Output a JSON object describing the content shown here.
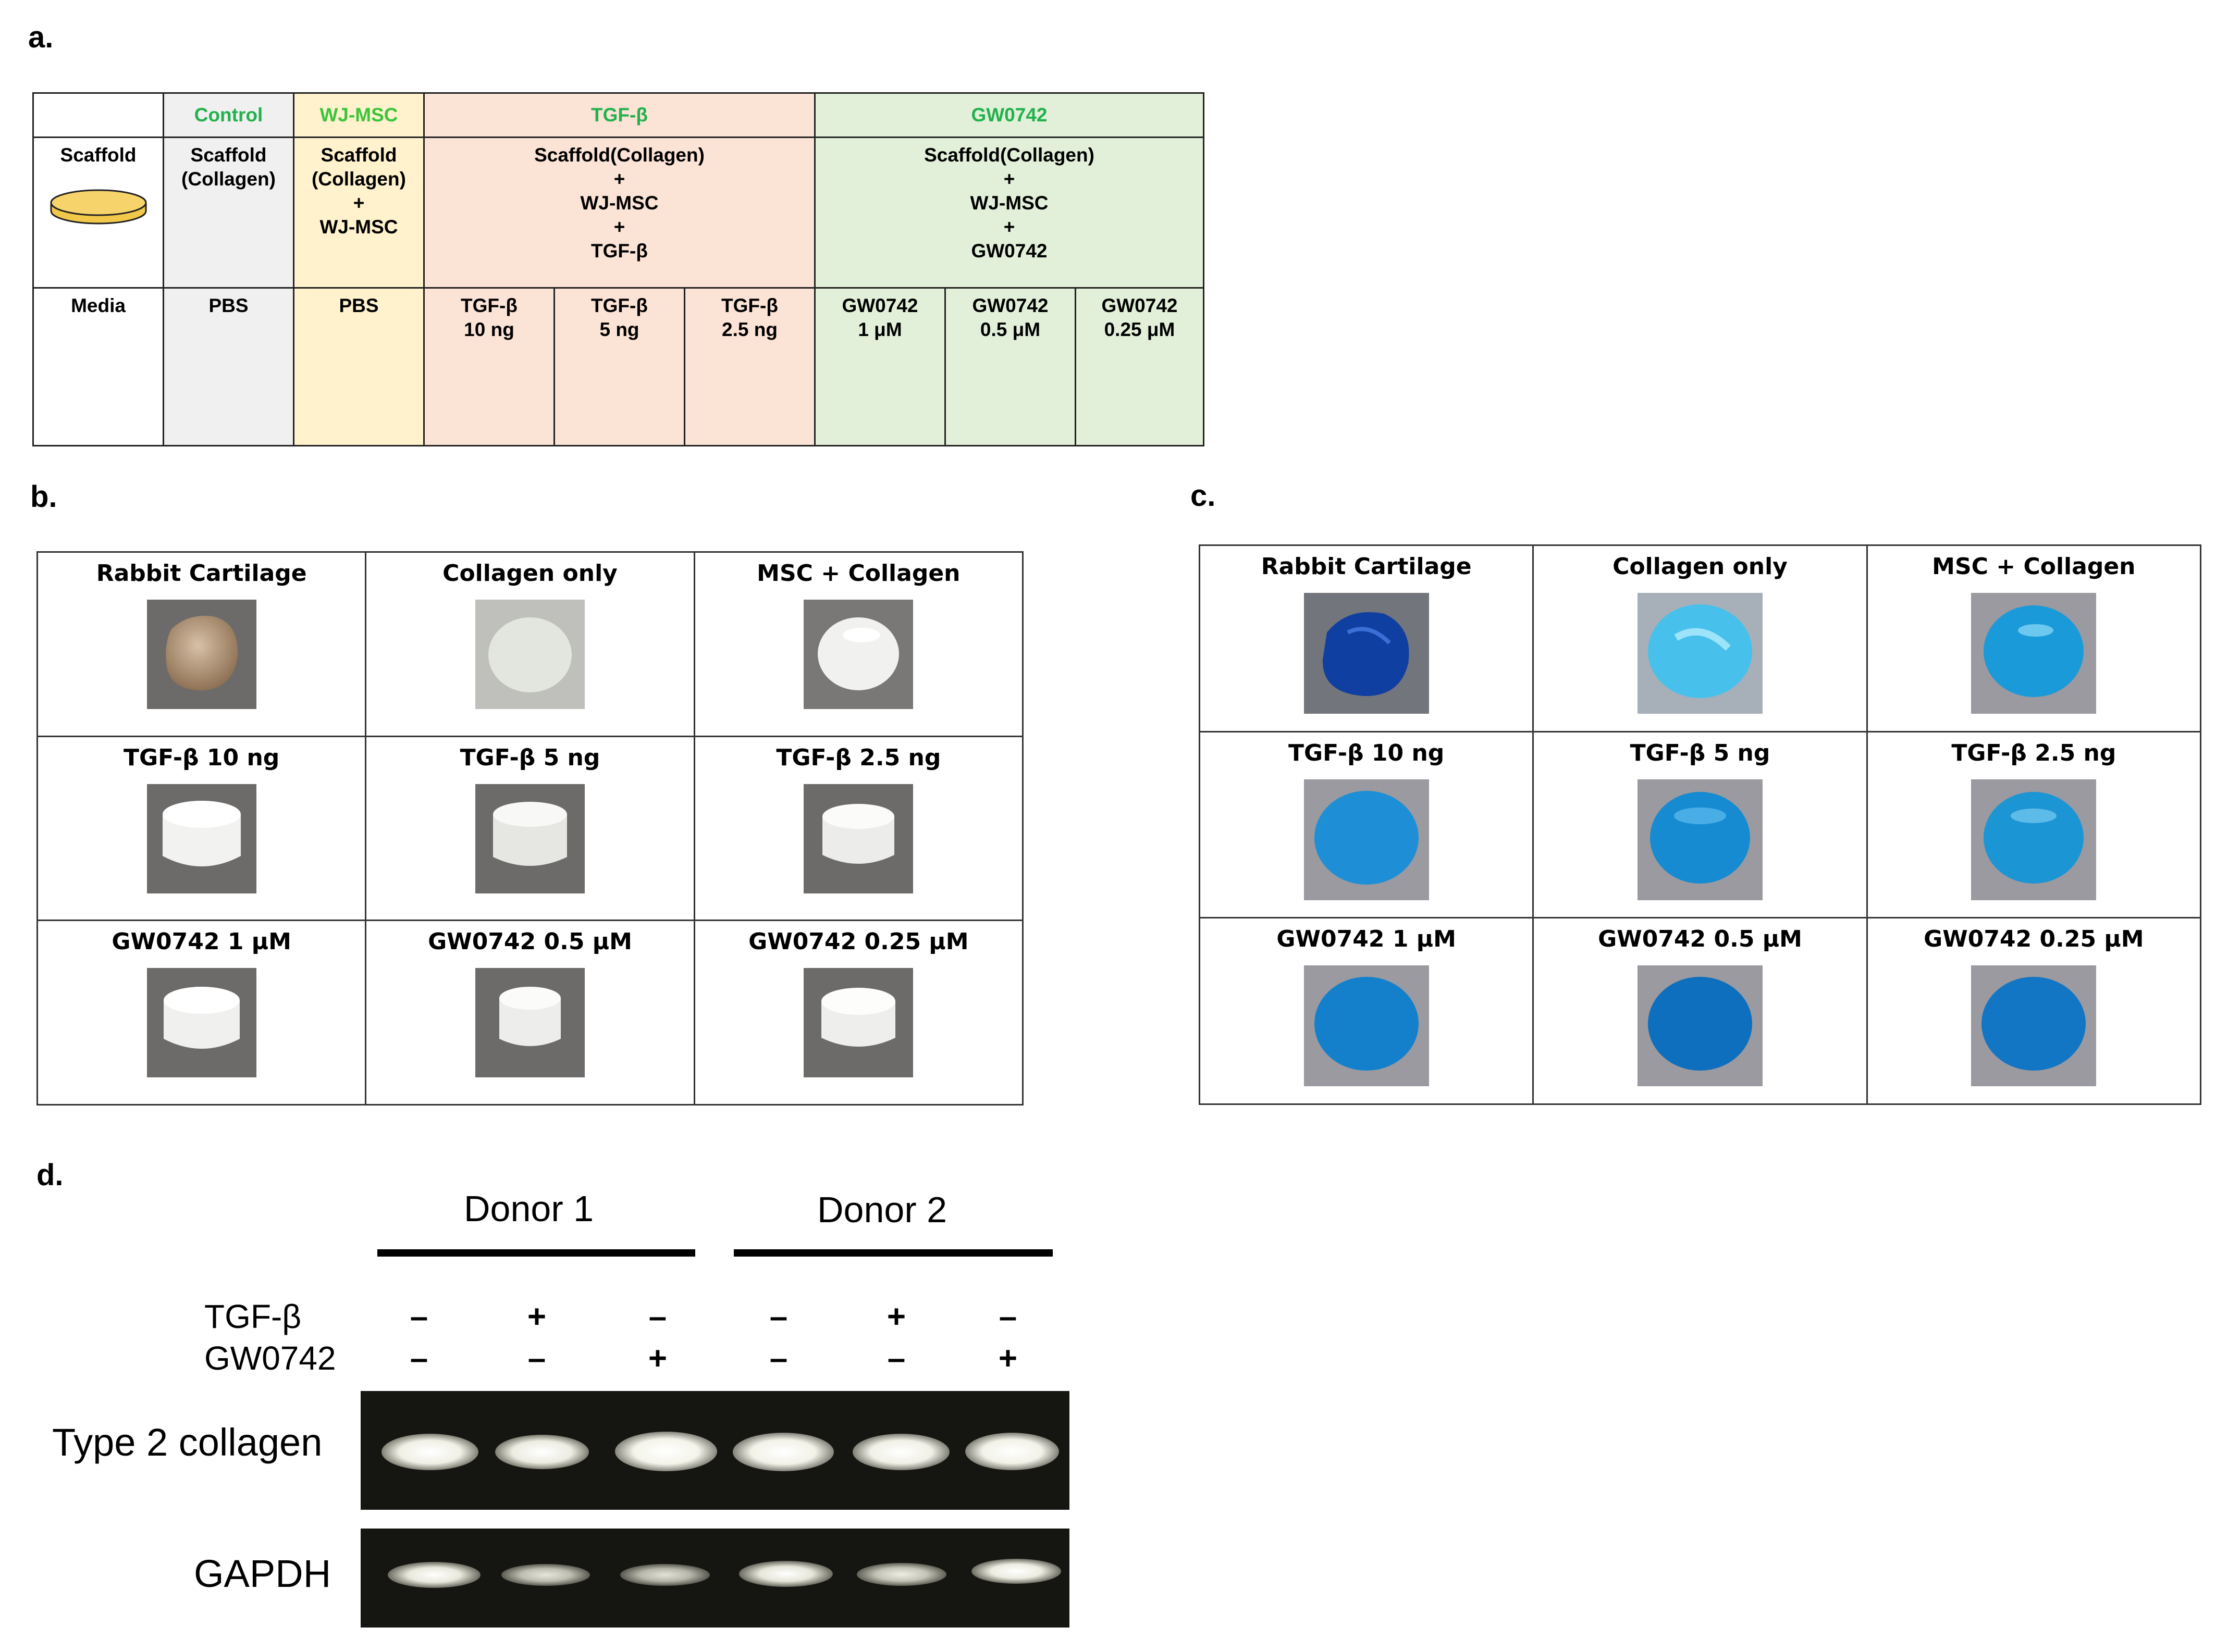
{
  "panels": {
    "a": "a.",
    "b": "b.",
    "c": "c.",
    "d": "d."
  },
  "panel_a": {
    "header": {
      "col0": "",
      "control": "Control",
      "wj": "WJ-MSC",
      "tgf": "TGF-β",
      "gw": "GW0742"
    },
    "scaffold": {
      "row_label": "Scaffold",
      "control": "Scaffold\n(Collagen)",
      "wj": "Scaffold\n(Collagen)\n+\nWJ-MSC",
      "tgf": "Scaffold(Collagen)\n+\nWJ-MSC\n+\nTGF-β",
      "gw": "Scaffold(Collagen)\n+\nWJ-MSC\n+\nGW0742"
    },
    "media": {
      "row_label": "Media",
      "control": "PBS",
      "wj": "PBS",
      "tgf": [
        "TGF-β\n10 ng",
        "TGF-β\n5 ng",
        "TGF-β\n2.5 ng"
      ],
      "gw": [
        "GW0742\n1 μM",
        "GW0742\n0.5 μM",
        "GW0742\n0.25 μM"
      ]
    },
    "colors": {
      "control": "#f0f0f0",
      "wj": "#fff2cc",
      "tgf": "#fbe3d6",
      "gw": "#e2f0d9",
      "header_text": "#22b14c",
      "dish": "#f7d46b"
    }
  },
  "panel_b": {
    "cells": [
      "Rabbit Cartilage",
      "Collagen only",
      "MSC + Collagen",
      "TGF-β 10 ng",
      "TGF-β 5 ng",
      "TGF-β 2.5 ng",
      "GW0742 1 μM",
      "GW0742 0.5 μM",
      "GW0742 0.25 μM"
    ]
  },
  "panel_c": {
    "cells": [
      "Rabbit Cartilage",
      "Collagen only",
      "MSC + Collagen",
      "TGF-β 10 ng",
      "TGF-β 5 ng",
      "TGF-β 2.5 ng",
      "GW0742 1 μM",
      "GW0742 0.5 μM",
      "GW0742 0.25 μM"
    ]
  },
  "panel_d": {
    "donors": [
      "Donor 1",
      "Donor 2"
    ],
    "treatments": [
      {
        "label": "TGF-β",
        "signs": [
          "–",
          "+",
          "–",
          "–",
          "+",
          "–"
        ]
      },
      {
        "label": "GW0742",
        "signs": [
          "–",
          "–",
          "+",
          "–",
          "–",
          "+"
        ]
      }
    ],
    "genes": [
      "Type 2 collagen",
      "GAPDH"
    ]
  }
}
